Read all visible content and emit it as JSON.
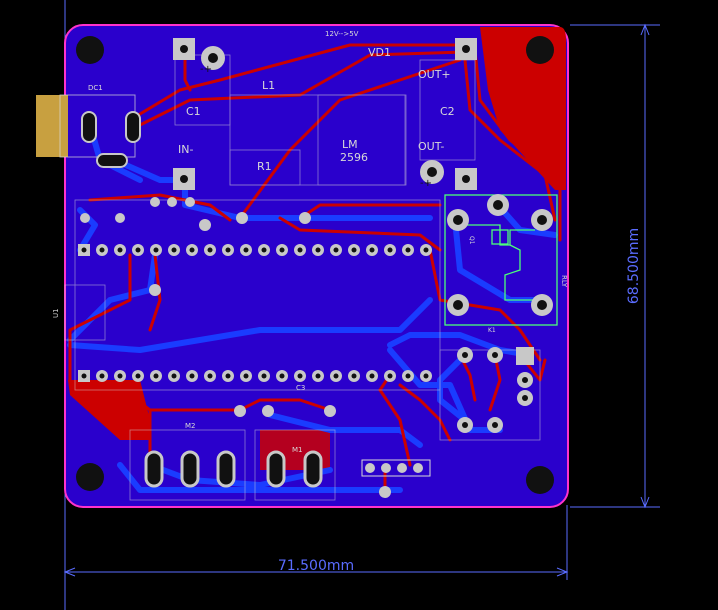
{
  "canvas": {
    "background": "#000000"
  },
  "board": {
    "colors": {
      "fill": "#2a00cc",
      "outline": "#ff33cc",
      "top_copper": "#cc0000",
      "bottom_copper": "#1a3cff",
      "silk": "#d8d8d8",
      "pad": "#c8c8c8",
      "dimension": "#5a6cff"
    }
  },
  "dimensions": {
    "width_label": "71.500mm",
    "height_label": "68.500mm"
  },
  "silkscreen": {
    "voltage_note": "12V-->5V",
    "vd1": "VD1",
    "out_plus": "OUT+",
    "out_minus": "OUT-",
    "in_minus": "IN-",
    "l1": "L1",
    "c1": "C1",
    "c2": "C2",
    "r1": "R1",
    "lm_line1": "LM",
    "lm_line2": "2596",
    "dc1": "DC1",
    "u1": "U1",
    "m2": "M2",
    "m1": "M1",
    "q1": "Q1",
    "rly": "RLY",
    "k1": "K1",
    "c3": "C3",
    "dot": "·",
    "minus_plus_left": "-+",
    "minus_plus_right": "-+"
  }
}
